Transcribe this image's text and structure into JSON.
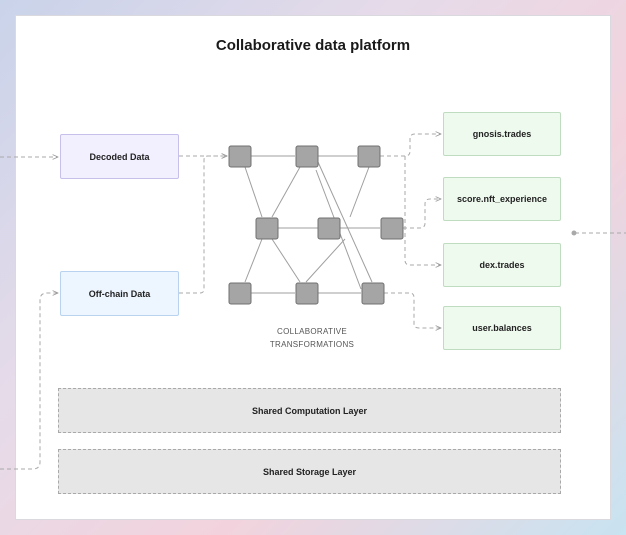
{
  "title": "Collaborative data platform",
  "sources": [
    {
      "label": "Decoded Data"
    },
    {
      "label": "Off-chain Data"
    }
  ],
  "outputs": [
    {
      "label": "gnosis.trades"
    },
    {
      "label": "score.nft_experience"
    },
    {
      "label": "dex.trades"
    },
    {
      "label": "user.balances"
    }
  ],
  "transformations_caption": {
    "line1": "COLLABORATIVE",
    "line2": "TRANSFORMATIONS"
  },
  "layers": {
    "computation": "Shared Computation Layer",
    "storage": "Shared Storage Layer"
  },
  "colors": {
    "node_fill": "#a5a5a5",
    "decoded_fill": "#f2efff",
    "offchain_fill": "#edf5ff",
    "output_fill": "#effaef",
    "layer_fill": "#e6e6e6"
  }
}
